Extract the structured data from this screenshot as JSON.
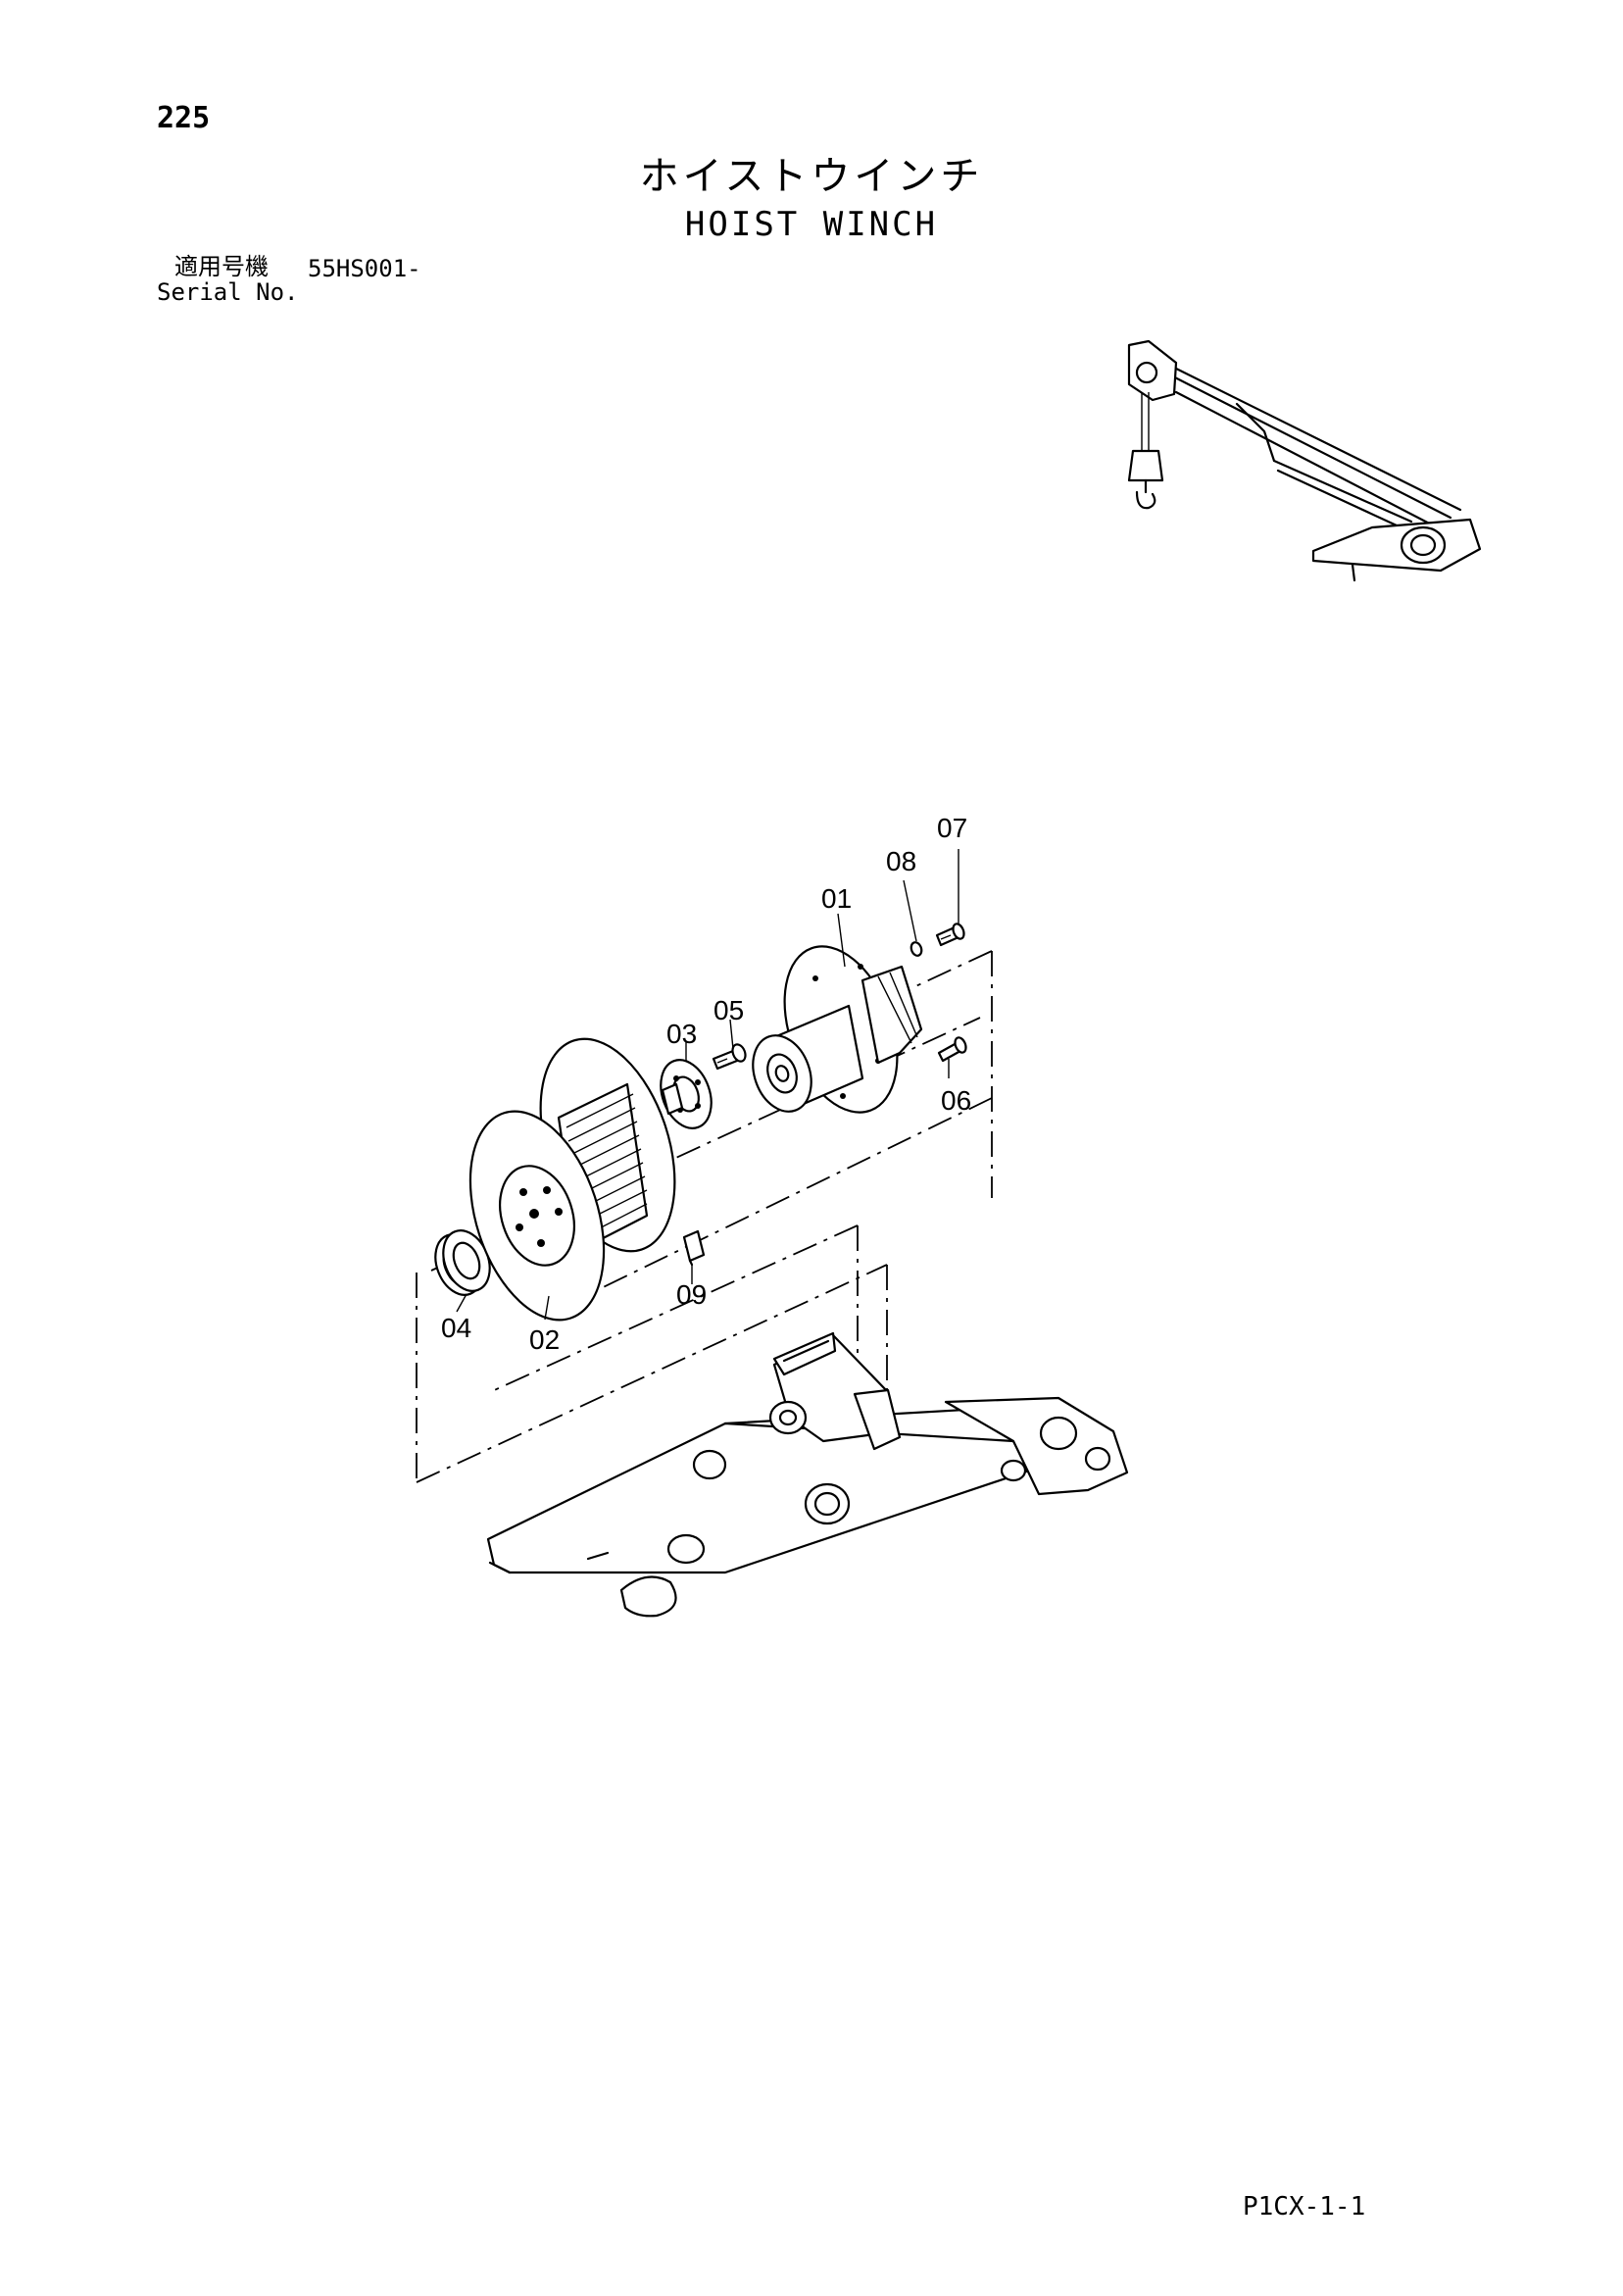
{
  "header": {
    "page_number": "225",
    "title_ja": "ホイストウインチ",
    "title_en": "HOIST WINCH",
    "serial_label_ja": "適用号機",
    "serial_value": "55HS001-",
    "serial_label_en": "Serial No."
  },
  "footer": {
    "page_code": "P1CX-1-1"
  },
  "callouts": {
    "c01": "01",
    "c02": "02",
    "c03": "03",
    "c04": "04",
    "c05": "05",
    "c06": "06",
    "c07": "07",
    "c08": "08",
    "c09": "09"
  }
}
